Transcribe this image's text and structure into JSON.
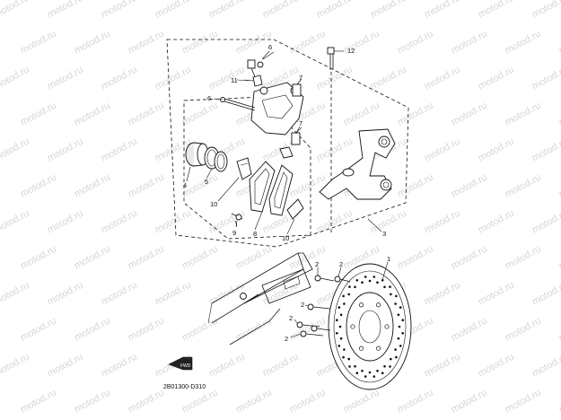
{
  "diagram": {
    "code": "2B01300-D310",
    "fwd_label": "FWD",
    "watermark": "motod.ru",
    "callouts": {
      "c1": "1",
      "c2a": "2",
      "c2b": "2",
      "c2c": "2",
      "c2d": "2",
      "c3": "3",
      "c4": "4",
      "c5": "5",
      "c6a": "6",
      "c6b": "6",
      "c7a": "7",
      "c7b": "7",
      "c8": "8",
      "c9": "9",
      "c10a": "10",
      "c10b": "10",
      "c11": "11",
      "c12": "12"
    }
  }
}
